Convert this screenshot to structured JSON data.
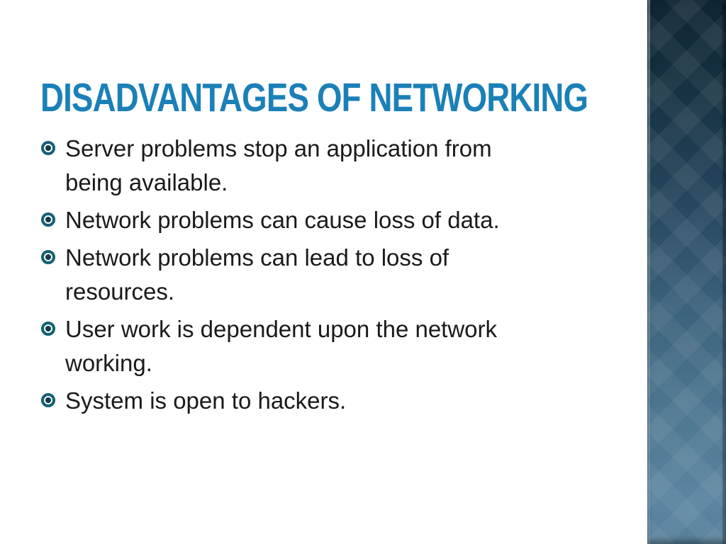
{
  "slide": {
    "title": "DISADVANTAGES OF NETWORKING",
    "bullets": [
      "Server problems stop an application from being available.",
      "Network problems can cause loss of data.",
      "Network problems can lead to loss of resources.",
      "User work is dependent upon the network working.",
      "System is open to hackers."
    ],
    "icons": {
      "bullet": "fisheye-circle-dot-icon"
    },
    "colors": {
      "background": "#ffffff",
      "title": "#1b80b7",
      "body_text": "#1a1a1a",
      "bullet_ring": "#156074",
      "bullet_dot": "#0e3d4b",
      "sidebar_top": "#0f2433",
      "sidebar_bottom": "#5b85a0"
    }
  }
}
